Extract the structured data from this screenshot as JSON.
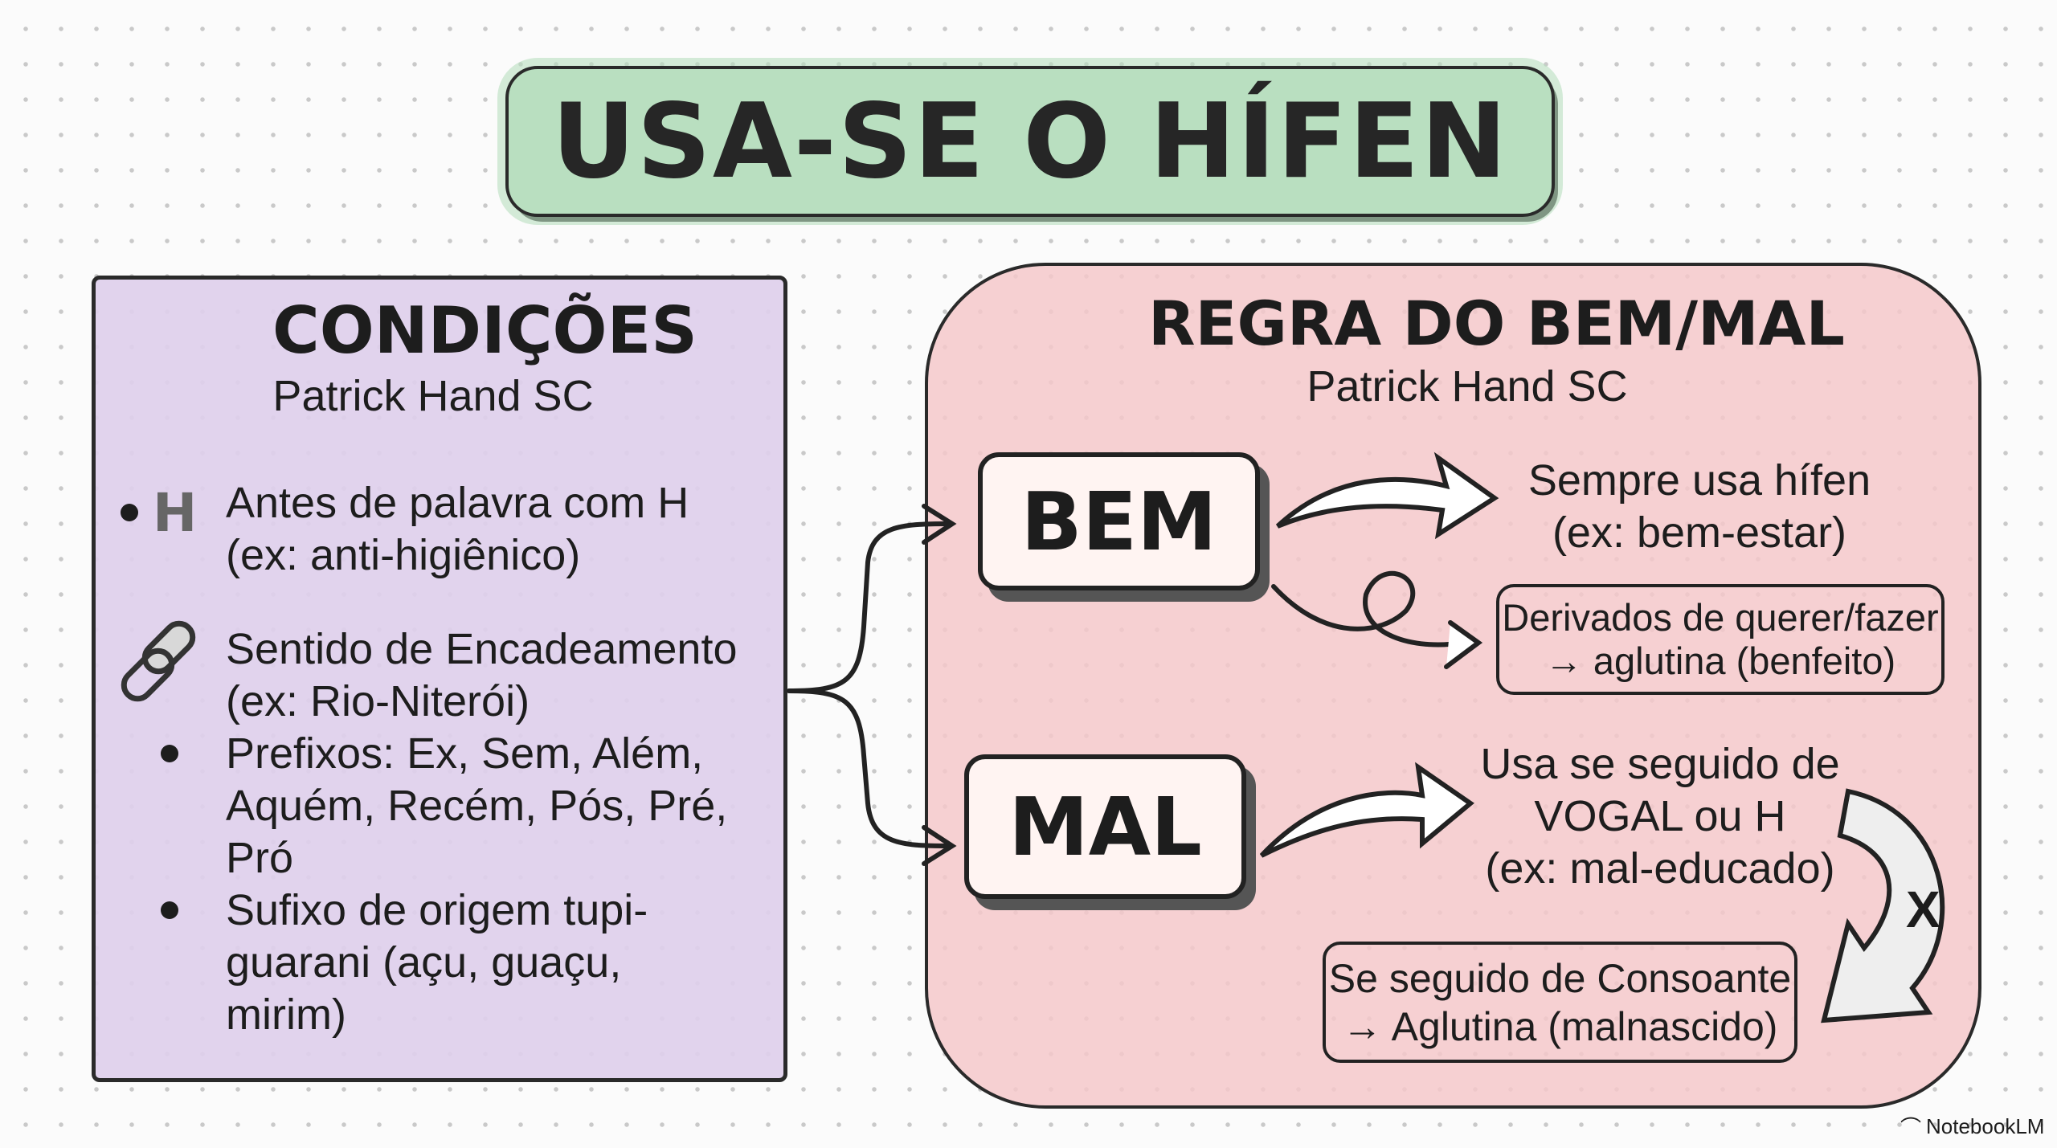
{
  "title": "USA-SE O HÍFEN",
  "conditions": {
    "heading": "CONDIÇÕES",
    "subtitle": "Patrick Hand SC",
    "items": [
      {
        "icon": "letter-h-icon",
        "glyph": "H",
        "lines": [
          "Antes de palavra com H",
          "(ex: anti-higiênico)"
        ]
      },
      {
        "icon": "chain-link-icon",
        "lines": [
          "Sentido de Encadeamento",
          "(ex: Rio-Niterói)"
        ]
      },
      {
        "icon": "bullet",
        "lines": [
          "Prefixos: Ex, Sem, Além,",
          "Aquém, Recém, Pós, Pré,",
          "Pró"
        ]
      },
      {
        "icon": "bullet",
        "lines": [
          "Sufixo de origem tupi-",
          "guarani (açu, guaçu,",
          "mirim)"
        ]
      }
    ]
  },
  "bem_mal": {
    "heading": "REGRA DO BEM/MAL",
    "subtitle": "Patrick Hand SC",
    "bem": {
      "label": "BEM",
      "rule": [
        "Sempre usa hífen",
        "(ex: bem-estar)"
      ],
      "exception": [
        "Derivados de querer/fazer",
        "→ aglutina (benfeito)"
      ]
    },
    "mal": {
      "label": "MAL",
      "rule": [
        "Usa se seguido de",
        "VOGAL ou H",
        "(ex: mal-educado)"
      ],
      "cross_mark": "X",
      "exception": [
        "Se seguido de Consoante",
        "→ Aglutina (malnascido)"
      ]
    }
  },
  "watermark": "NotebookLM",
  "colors": {
    "title_bg": "#b9dfc0",
    "conditions_bg": "#decfec",
    "bem_mal_bg": "#f5c8ca",
    "ink": "#1d1d1d"
  }
}
